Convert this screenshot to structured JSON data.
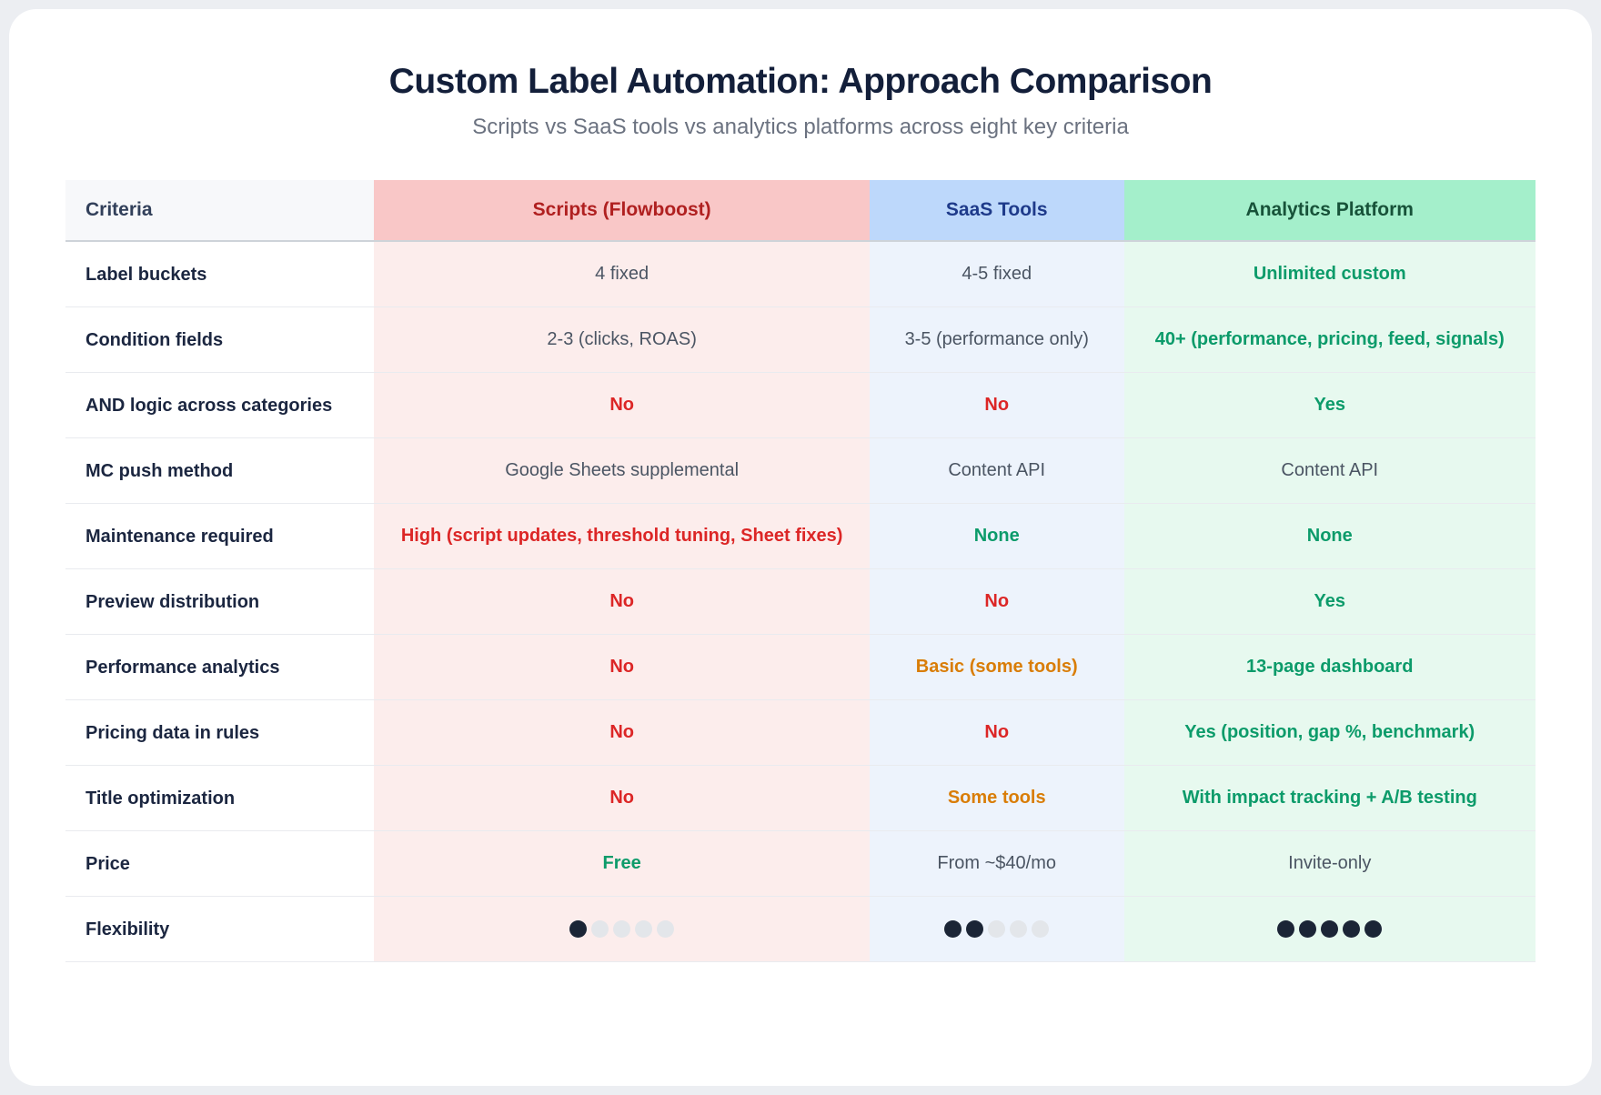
{
  "page": {
    "title": "Custom Label Automation: Approach Comparison",
    "subtitle": "Scripts vs SaaS tools vs analytics platforms across eight key criteria"
  },
  "colors": {
    "page_bg": "#eceef2",
    "card_bg": "#ffffff",
    "title": "#131f3a",
    "subtitle": "#6b7280",
    "criteria_header_bg": "#f7f8fa",
    "scripts_header_bg": "#f9c7c7",
    "scripts_header_text": "#b02020",
    "saas_header_bg": "#bdd8fb",
    "saas_header_text": "#1e3a8a",
    "analytics_header_bg": "#a4efcb",
    "analytics_header_text": "#175239",
    "scripts_body_bg": "#fcedec",
    "saas_body_bg": "#edf3fc",
    "analytics_body_bg": "#e7f9ef",
    "neutral": "#4b5563",
    "bad": "#dc2626",
    "good": "#0c9b6a",
    "warn": "#d97d07",
    "dot_filled": "#1b2536",
    "dot_empty": "#e3e6ea"
  },
  "table": {
    "columns": [
      {
        "key": "criteria",
        "label": "Criteria"
      },
      {
        "key": "scripts",
        "label": "Scripts (Flowboost)"
      },
      {
        "key": "saas",
        "label": "SaaS Tools"
      },
      {
        "key": "analytics",
        "label": "Analytics Platform"
      }
    ],
    "rows": [
      {
        "key": "label-buckets",
        "criteria": "Label buckets",
        "cells": [
          {
            "text": "4 fixed",
            "style": "neutral"
          },
          {
            "text": "4-5 fixed",
            "style": "neutral"
          },
          {
            "text": "Unlimited custom",
            "style": "good"
          }
        ]
      },
      {
        "key": "condition-fields",
        "criteria": "Condition fields",
        "cells": [
          {
            "text": "2-3 (clicks, ROAS)",
            "style": "neutral"
          },
          {
            "text": "3-5 (performance only)",
            "style": "neutral"
          },
          {
            "text": "40+ (performance, pricing, feed, signals)",
            "style": "good"
          }
        ]
      },
      {
        "key": "and-logic-across-categories",
        "criteria": "AND logic across categories",
        "cells": [
          {
            "text": "No",
            "style": "bad"
          },
          {
            "text": "No",
            "style": "bad"
          },
          {
            "text": "Yes",
            "style": "good"
          }
        ]
      },
      {
        "key": "mc-push-method",
        "criteria": "MC push method",
        "cells": [
          {
            "text": "Google Sheets supplemental",
            "style": "neutral"
          },
          {
            "text": "Content API",
            "style": "neutral"
          },
          {
            "text": "Content API",
            "style": "neutral"
          }
        ]
      },
      {
        "key": "maintenance-required",
        "criteria": "Maintenance required",
        "cells": [
          {
            "text": "High (script updates, threshold tuning, Sheet fixes)",
            "style": "bad"
          },
          {
            "text": "None",
            "style": "good"
          },
          {
            "text": "None",
            "style": "good"
          }
        ]
      },
      {
        "key": "preview-distribution",
        "criteria": "Preview distribution",
        "cells": [
          {
            "text": "No",
            "style": "bad"
          },
          {
            "text": "No",
            "style": "bad"
          },
          {
            "text": "Yes",
            "style": "good"
          }
        ]
      },
      {
        "key": "performance-analytics",
        "criteria": "Performance analytics",
        "cells": [
          {
            "text": "No",
            "style": "bad"
          },
          {
            "text": "Basic (some tools)",
            "style": "warn"
          },
          {
            "text": "13-page dashboard",
            "style": "good"
          }
        ]
      },
      {
        "key": "pricing-data-in-rules",
        "criteria": "Pricing data in rules",
        "cells": [
          {
            "text": "No",
            "style": "bad"
          },
          {
            "text": "No",
            "style": "bad"
          },
          {
            "text": "Yes (position, gap %, benchmark)",
            "style": "good"
          }
        ]
      },
      {
        "key": "title-optimization",
        "criteria": "Title optimization",
        "cells": [
          {
            "text": "No",
            "style": "bad"
          },
          {
            "text": "Some tools",
            "style": "warn"
          },
          {
            "text": "With impact tracking + A/B testing",
            "style": "good"
          }
        ]
      },
      {
        "key": "price",
        "criteria": "Price",
        "cells": [
          {
            "text": "Free",
            "style": "good"
          },
          {
            "text": "From ~$40/mo",
            "style": "neutral"
          },
          {
            "text": "Invite-only",
            "style": "neutral"
          }
        ]
      },
      {
        "key": "flexibility",
        "criteria": "Flexibility",
        "cells": [
          {
            "dots": {
              "filled": 1,
              "total": 5
            }
          },
          {
            "dots": {
              "filled": 2,
              "total": 5
            }
          },
          {
            "dots": {
              "filled": 5,
              "total": 5
            }
          }
        ]
      }
    ]
  },
  "chart_data": {
    "type": "table",
    "title": "Custom Label Automation: Approach Comparison",
    "subtitle": "Scripts vs SaaS tools vs analytics platforms across eight key criteria",
    "columns": [
      "Criteria",
      "Scripts (Flowboost)",
      "SaaS Tools",
      "Analytics Platform"
    ],
    "rows": [
      [
        "Label buckets",
        "4 fixed",
        "4-5 fixed",
        "Unlimited custom"
      ],
      [
        "Condition fields",
        "2-3 (clicks, ROAS)",
        "3-5 (performance only)",
        "40+ (performance, pricing, feed, signals)"
      ],
      [
        "AND logic across categories",
        "No",
        "No",
        "Yes"
      ],
      [
        "MC push method",
        "Google Sheets supplemental",
        "Content API",
        "Content API"
      ],
      [
        "Maintenance required",
        "High (script updates, threshold tuning, Sheet fixes)",
        "None",
        "None"
      ],
      [
        "Preview distribution",
        "No",
        "No",
        "Yes"
      ],
      [
        "Performance analytics",
        "No",
        "Basic (some tools)",
        "13-page dashboard"
      ],
      [
        "Pricing data in rules",
        "No",
        "No",
        "Yes (position, gap %, benchmark)"
      ],
      [
        "Title optimization",
        "No",
        "Some tools",
        "With impact tracking + A/B testing"
      ],
      [
        "Price",
        "Free",
        "From ~$40/mo",
        "Invite-only"
      ],
      [
        "Flexibility",
        "1/5",
        "2/5",
        "5/5"
      ]
    ],
    "ratings": {
      "scale": 5,
      "scripts": 1,
      "saas": 2,
      "analytics": 5
    }
  }
}
